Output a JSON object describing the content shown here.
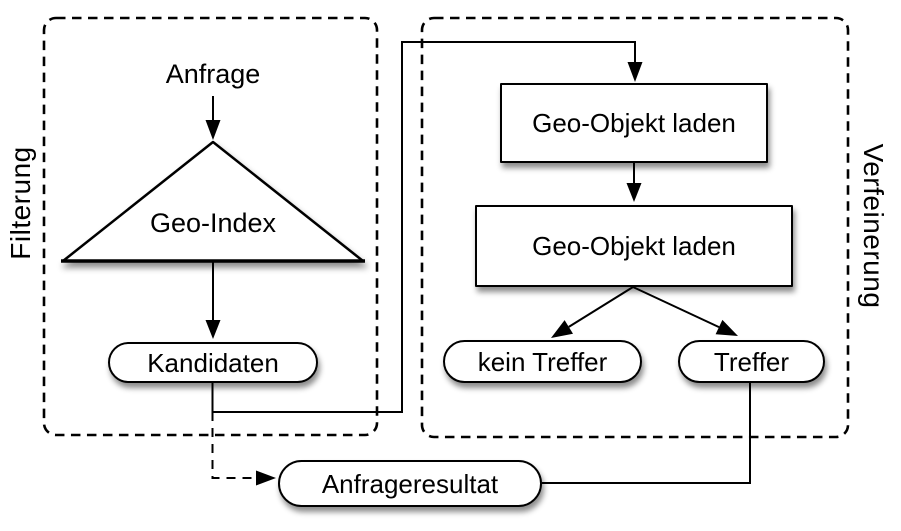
{
  "diagram": {
    "colors": {
      "background": "#ffffff",
      "stroke": "#000000",
      "node_fill": "#ffffff"
    },
    "regions": {
      "filterung": {
        "label": "Filterung"
      },
      "verfeinerung": {
        "label": "Verfeinerung"
      }
    },
    "nodes": {
      "anfrage": {
        "label": "Anfrage",
        "shape": "text"
      },
      "geo_index": {
        "label": "Geo-Index",
        "shape": "triangle"
      },
      "kandidaten": {
        "label": "Kandidaten",
        "shape": "pill"
      },
      "geo_objekt_laden_1": {
        "label": "Geo-Objekt laden",
        "shape": "rect"
      },
      "geo_objekt_laden_2": {
        "label": "Geo-Objekt laden",
        "shape": "rect"
      },
      "kein_treffer": {
        "label": "kein Treffer",
        "shape": "pill"
      },
      "treffer": {
        "label": "Treffer",
        "shape": "pill"
      },
      "anfrageresultat": {
        "label": "Anfrageresultat",
        "shape": "pill"
      }
    },
    "edges": [
      {
        "from": "anfrage",
        "to": "geo_index",
        "style": "solid",
        "arrow": true
      },
      {
        "from": "geo_index",
        "to": "kandidaten",
        "style": "solid",
        "arrow": true
      },
      {
        "from": "kandidaten",
        "to": "geo_objekt_laden_1",
        "style": "solid",
        "arrow": true
      },
      {
        "from": "geo_objekt_laden_1",
        "to": "geo_objekt_laden_2",
        "style": "solid",
        "arrow": true
      },
      {
        "from": "geo_objekt_laden_2",
        "to": "kein_treffer",
        "style": "solid",
        "arrow": true
      },
      {
        "from": "geo_objekt_laden_2",
        "to": "treffer",
        "style": "solid",
        "arrow": true
      },
      {
        "from": "treffer",
        "to": "anfrageresultat",
        "style": "solid",
        "arrow": false
      },
      {
        "from": "kandidaten",
        "to": "anfrageresultat",
        "style": "dashed",
        "arrow": true
      }
    ]
  }
}
